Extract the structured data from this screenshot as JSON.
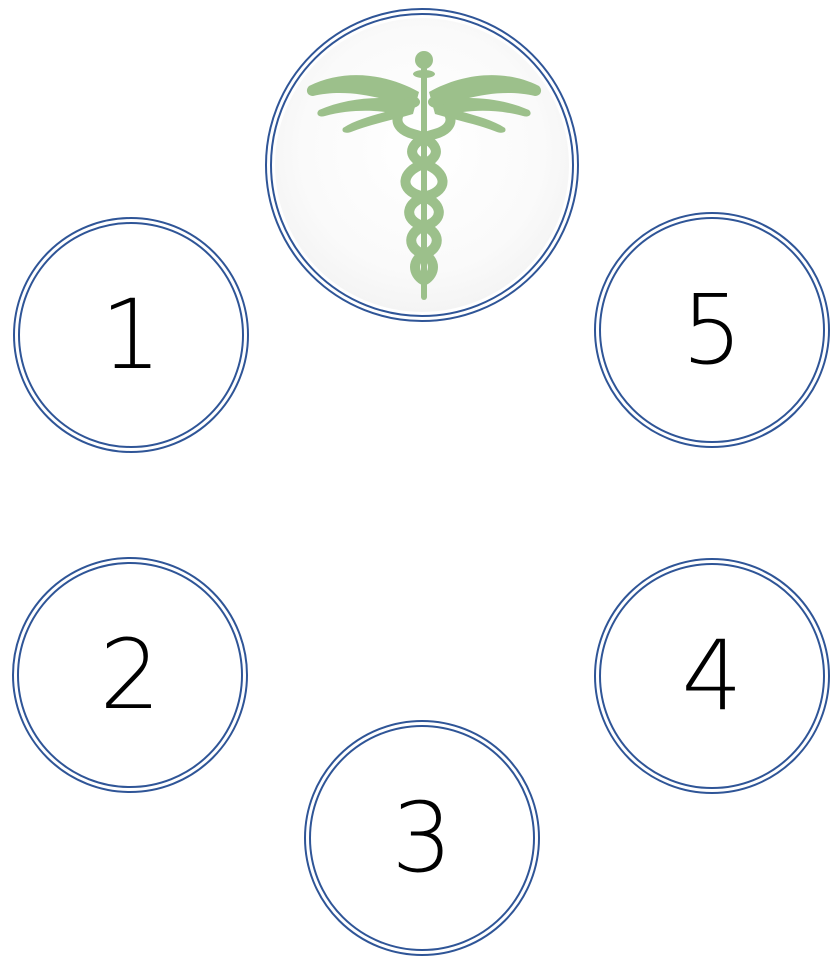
{
  "diagram": {
    "ring_color": "#2f5597",
    "logo": {
      "icon": "caduceus-icon",
      "color": "#9cc08b"
    },
    "steps": [
      {
        "label": "1"
      },
      {
        "label": "2"
      },
      {
        "label": "3"
      },
      {
        "label": "4"
      },
      {
        "label": "5"
      }
    ]
  }
}
